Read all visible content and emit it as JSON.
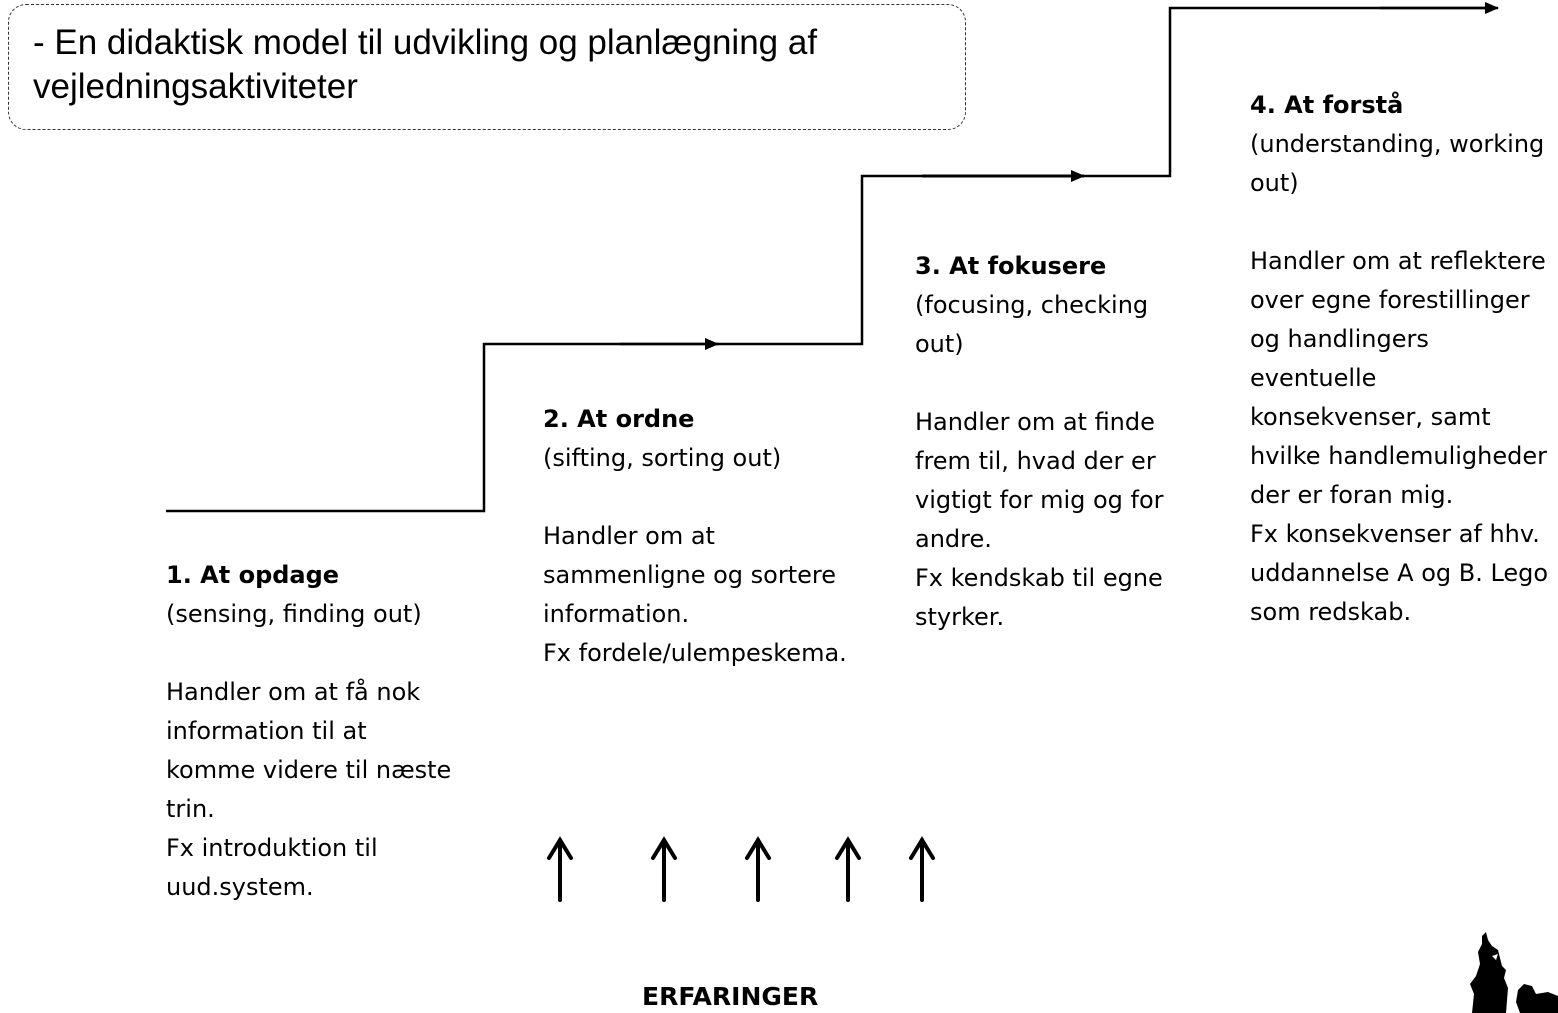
{
  "title": {
    "line1": "- En didaktisk model til udvikling og planlægning af",
    "line2": "vejledningsaktiviteter"
  },
  "steps": [
    {
      "heading": "1. At opdage",
      "subtitle": "(sensing, finding out)",
      "body": "Handler om at få nok information til at komme videre til næste trin.",
      "example": "Fx introduktion til uud.system."
    },
    {
      "heading": "2. At ordne",
      "subtitle": "(sifting, sorting out)",
      "body": "Handler om at sammenligne og sortere information.",
      "example": "Fx fordele/ulempeskema."
    },
    {
      "heading": "3. At fokusere",
      "subtitle": "(focusing, checking out)",
      "body": "Handler om at finde frem til, hvad der er vigtigt for mig og for andre.",
      "example": "Fx kendskab til  egne styrker."
    },
    {
      "heading": "4. At forstå",
      "subtitle": "(understanding, working out)",
      "body": "Handler om at reflektere over egne forestillinger og handlingers eventuelle konsekvenser, samt hvilke handlemuligheder der er foran mig.",
      "example": "Fx konsekvenser af hhv. uddannelse A og B. Lego som redskab."
    }
  ],
  "experiences": "ERFARINGER",
  "colors": {
    "line": "#000000",
    "text": "#000000",
    "background": "#ffffff"
  }
}
